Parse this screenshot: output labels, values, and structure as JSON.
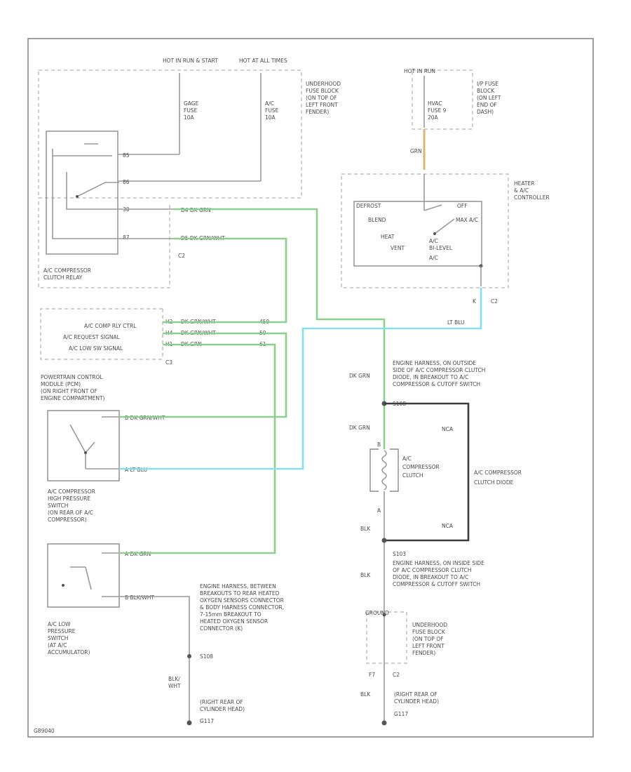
{
  "diagram": {
    "figure_id": "G89040",
    "fuse_top": {
      "hot_run": "HOT IN RUN & START",
      "hot_all": "HOT AT ALL TIMES",
      "gage_fuse": [
        "GAGE",
        "FUSE",
        "10A"
      ],
      "ac_fuse": [
        "A/C",
        "FUSE",
        "10A"
      ],
      "block": [
        "UNDERHOOD",
        "FUSE BLOCK",
        "(ON TOP OF",
        "LEFT FRONT",
        "FENDER)"
      ]
    },
    "ip_fuse": {
      "hot_run": "HOT IN RUN",
      "hvac_fuse": [
        "HVAC",
        "FUSE 9",
        "20A"
      ],
      "block": [
        "I/P FUSE",
        "BLOCK",
        "(ON LEFT",
        "END OF",
        "DASH)"
      ]
    },
    "relay": {
      "label": [
        "A/C COMPRESSOR",
        "CLUTCH RELAY"
      ],
      "pins": [
        "85",
        "86",
        "30",
        "87"
      ],
      "connector": "C2",
      "wires": [
        "D4  DK GRN",
        "D5  DK GRN/WHT"
      ]
    },
    "controller": {
      "label": [
        "HEATER",
        "& A/C",
        "CONTROLLER"
      ],
      "wire_top": "GRN",
      "modes": [
        "DEFROST",
        "BLEND",
        "HEAT",
        "VENT",
        "OFF",
        "MAX A/C",
        "A/C",
        "BI-LEVEL",
        "A/C"
      ],
      "pin": "K",
      "connector": "C2",
      "wire_bottom": "LT BLU"
    },
    "pcm": {
      "label": [
        "POWERTRAIN CONTROL",
        "MODULE (PCM)",
        "(ON RIGHT FRONT OF",
        "ENGINE COMPARTMENT)"
      ],
      "rows": [
        "A/C COMP RLY CTRL",
        "A/C REQUEST SIGNAL",
        "A/C LOW SW SIGNAL"
      ],
      "pins": [
        "H2",
        "H4",
        "H1"
      ],
      "wires": [
        "DK GRN/WHT",
        "DK GRN/WHT",
        "DK GRN"
      ],
      "circuits": [
        "459",
        "59",
        "61"
      ],
      "connector": "C3"
    },
    "high_switch": {
      "label": [
        "A/C COMPRESSOR",
        "HIGH PRESSURE",
        "SWITCH",
        "(ON REAR OF A/C",
        "COMPRESSOR)"
      ],
      "wires": [
        "B  DK GRN/WHT",
        "A  LT BLU"
      ]
    },
    "low_switch": {
      "label": [
        "A/C LOW",
        "PRESSURE",
        "SWITCH",
        "(AT A/C",
        "ACCUMULATOR)"
      ],
      "wires": [
        "A  DK GRN",
        "B  BLK/WHT"
      ]
    },
    "ground_left": {
      "note": [
        "ENGINE HARNESS, BETWEEN",
        "BREAKOUTS TO REAR HEATED",
        "OXYGEN SENSORS CONNECTOR",
        "& BODY HARNESS CONNECTOR,",
        "7-15mm BREAKOUT TO",
        "HEATED OXYGEN SENSOR",
        "CONNECTOR (K)"
      ],
      "splice": "S108",
      "wire": [
        "BLK/",
        "WHT"
      ],
      "location": [
        "(RIGHT REAR OF",
        "CYLINDER HEAD)"
      ],
      "ground": "G117"
    },
    "clutch": {
      "splice_note": [
        "ENGINE HARNESS, ON OUTSIDE",
        "SIDE OF A/C COMPRESSOR CLUTCH",
        "DIODE, IN BREAKOUT TO A/C",
        "COMPRESSOR & CUTOFF SWITCH"
      ],
      "splice": "S108",
      "wire_top": [
        "DK GRN",
        "DK GRN"
      ],
      "label": [
        "A/C",
        "COMPRESSOR",
        "CLUTCH"
      ],
      "diode": [
        "A/C COMPRESSOR",
        "CLUTCH DIODE"
      ],
      "pin_b": "B",
      "pin_a": "A",
      "diode_pins": [
        "NCA",
        "NCA"
      ],
      "wire_bottom": "BLK"
    },
    "ground_right": {
      "splice": "S103",
      "note": [
        "ENGINE HARNESS, ON INSIDE SIDE",
        "OF A/C COMPRESSOR CLUTCH",
        "DIODE, IN BREAKOUT TO A/C",
        "COMPRESSOR & CUTOFF SWITCH"
      ],
      "wire": "BLK",
      "gnd_label": "GROUND",
      "block": [
        "UNDERHOOD",
        "FUSE BLOCK",
        "(ON TOP OF",
        "LEFT FRONT",
        "FENDER)"
      ],
      "pin": "F7",
      "connector": "C2",
      "wire2": "BLK",
      "location": [
        "(RIGHT REAR OF",
        "CYLINDER HEAD)"
      ],
      "ground": "G117"
    }
  }
}
